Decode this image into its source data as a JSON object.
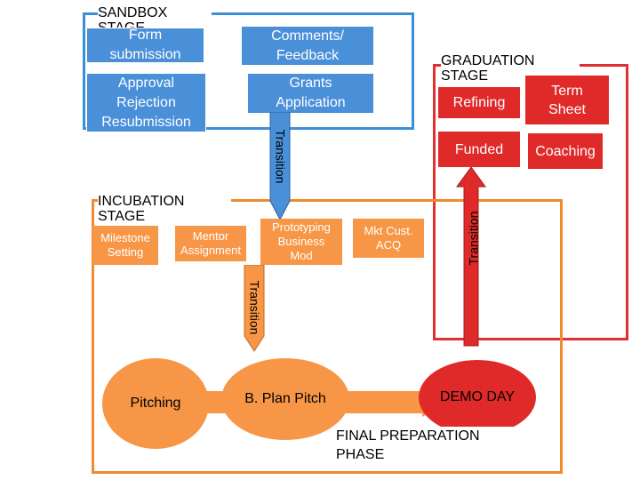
{
  "sandbox": {
    "label": "SANDBOX\nSTAGE",
    "form": "Form\nsubmission",
    "comments": "Comments/\nFeedback",
    "approval": "Approval\nRejection\nResubmission",
    "grants": "Grants\nApplication",
    "transition": "Transition"
  },
  "graduation": {
    "label": "GRADUATION\nSTAGE",
    "refining": "Refining",
    "term_sheet": "Term\nSheet",
    "funded": "Funded",
    "coaching": "Coaching",
    "transition": "Transition"
  },
  "incubation": {
    "label": "INCUBATION\nSTAGE",
    "milestone": "Milestone\nSetting",
    "mentor": "Mentor\nAssignment",
    "prototyping": "Prototyping\nBusiness\nMod",
    "mkt": "Mkt Cust.\nACQ",
    "transition": "Transition"
  },
  "final": {
    "label": "FINAL PREPARATION\nPHASE",
    "pitching": "Pitching",
    "bplan": "B. Plan Pitch",
    "demo": "DEMO DAY"
  },
  "colors": {
    "blue": "#4a90d9",
    "orange": "#f79646",
    "red": "#e02a2a",
    "sandbox_frame": "#3b8fd6",
    "incubation_frame": "#f28a2e",
    "graduation_frame": "#e03030"
  }
}
